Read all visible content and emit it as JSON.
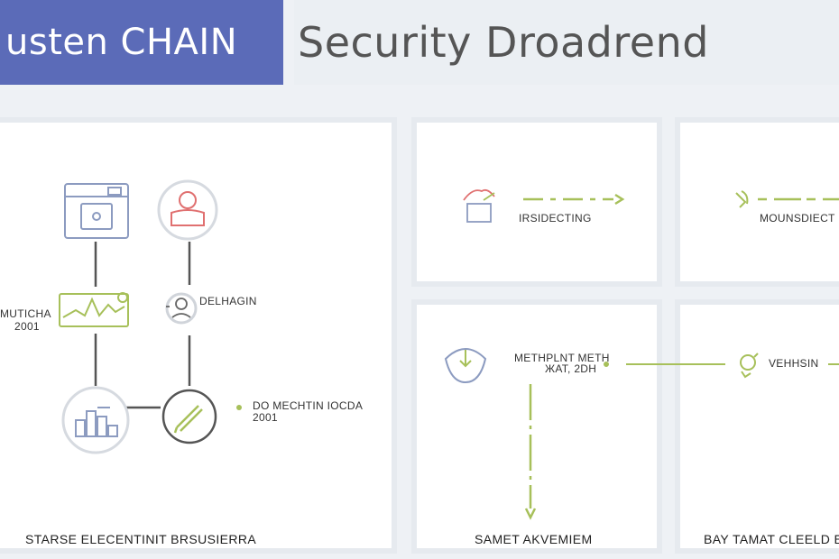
{
  "header": {
    "brand": "usten CHAIN",
    "title": "Security Droadrend"
  },
  "left_panel": {
    "label_mutcha": "MUTICHA",
    "label_2001_a": "2001",
    "label_delhagin": "DELHAGIN",
    "label_do_mechtin": "DO MECHTIN IOCDA",
    "label_2001_b": "2001",
    "caption": "STARSE ELECENTINIT BRSUSIERRA"
  },
  "middle_panel": {
    "label_irsidecting": "IRSIDECTING",
    "label_methplnt_1": "METHPLNT  METH",
    "label_methplnt_2": "ЖАТ, 2DH",
    "caption": "SAMET AKVEMIEM"
  },
  "right_panel": {
    "label_mounsdiect": "MOUNSDIECT",
    "label_vehhsin": "VEHHSIN",
    "caption": "BAY TAMAT CLEELD EE"
  },
  "colors": {
    "brand_bg": "#5b6bb8",
    "accent_green": "#a7c05a",
    "accent_red": "#e07070",
    "line_gray": "#555555",
    "icon_blue": "#8c9bc0"
  },
  "icons": [
    "window-icon",
    "user-icon",
    "chart-icon",
    "user-small-icon",
    "bar-chart-icon",
    "pencil-icon",
    "lock-icon",
    "leaf-icon",
    "download-icon",
    "award-icon"
  ]
}
